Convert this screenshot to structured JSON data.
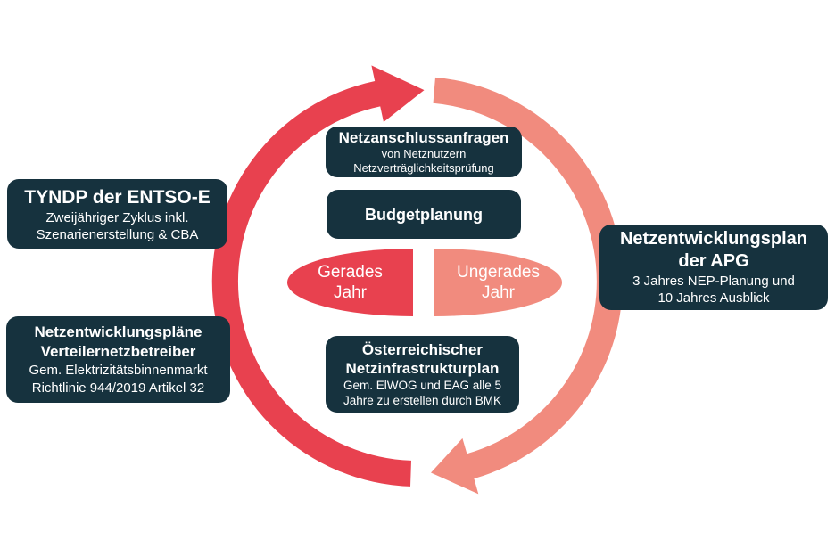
{
  "colors": {
    "even_year_red": "#E8414F",
    "odd_year_salmon": "#F18B7E",
    "box_navy": "#16323E",
    "text_white": "#FFFFFF",
    "background": "#FFFFFF"
  },
  "center_labels": {
    "even_year": {
      "line1": "Gerades",
      "line2": "Jahr"
    },
    "odd_year": {
      "line1": "Ungerades",
      "line2": "Jahr"
    }
  },
  "boxes": {
    "tyndp": {
      "title": "TYNDP der ENTSO-E",
      "line1": "Zweijähriger Zyklus inkl.",
      "line2": "Szenarienerstellung & CBA"
    },
    "vnb": {
      "title1": "Netzentwicklungspläne",
      "title2": "Verteilernetzbetreiber",
      "line1": "Gem. Elektrizitätsbinnenmarkt",
      "line2": "Richtlinie 944/2019 Artikel 32"
    },
    "anfragen": {
      "title": "Netzanschlussanfragen",
      "line1": "von Netznutzern",
      "line2": "Netzverträglichkeitsprüfung"
    },
    "budget": {
      "title": "Budgetplanung"
    },
    "oenip": {
      "title1": "Österreichischer",
      "title2": "Netzinfrastrukturplan",
      "line1": "Gem. ElWOG und EAG alle 5",
      "line2": "Jahre zu erstellen durch BMK"
    },
    "apg": {
      "title1": "Netzentwicklungsplan",
      "title2": "der APG",
      "line1": "3 Jahres NEP-Planung und",
      "line2": "10 Jahres Ausblick"
    }
  }
}
